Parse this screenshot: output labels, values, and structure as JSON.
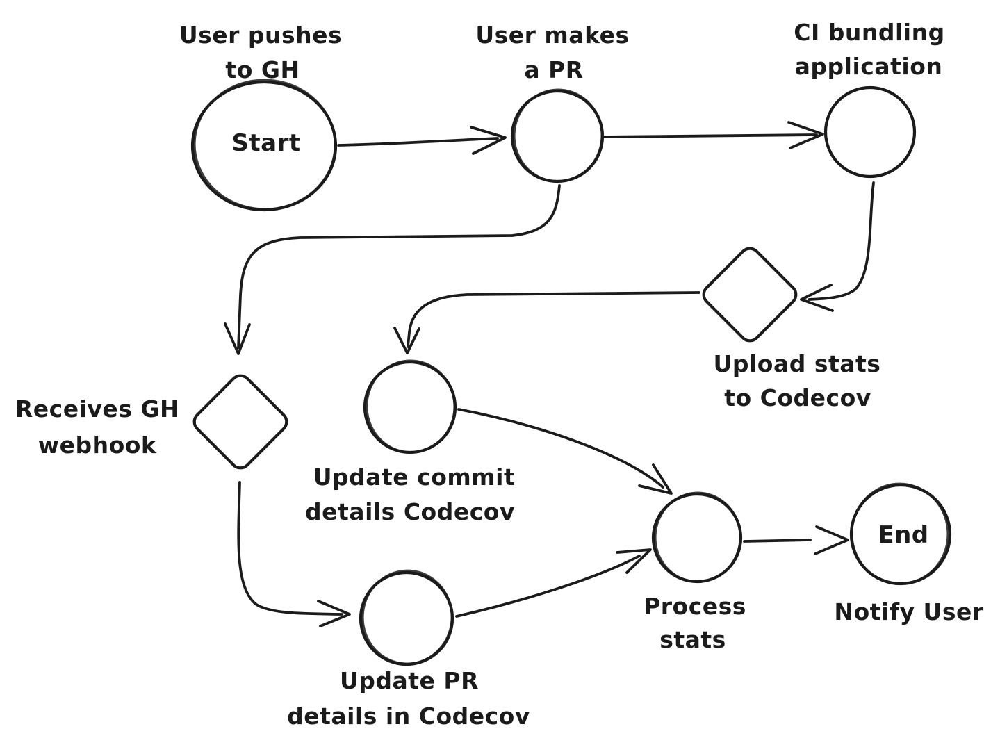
{
  "canvas": {
    "background": "#ffffff",
    "stroke_color": "#1b1b1b",
    "style": "hand-drawn flowchart"
  },
  "nodes": [
    {
      "id": "start",
      "shape": "ellipse",
      "text": "Start",
      "label": [
        "User pushes",
        "to GH"
      ]
    },
    {
      "id": "user-makes-pr",
      "shape": "circle",
      "text": "",
      "label": [
        "User makes",
        "a PR"
      ]
    },
    {
      "id": "ci-bundling",
      "shape": "circle",
      "text": "",
      "label": [
        "CI bundling",
        "application"
      ]
    },
    {
      "id": "upload-stats",
      "shape": "diamond",
      "text": "",
      "label": [
        "Upload stats",
        "to Codecov"
      ]
    },
    {
      "id": "receives-webhook",
      "shape": "diamond",
      "text": "",
      "label": [
        "Receives GH",
        "webhook"
      ]
    },
    {
      "id": "update-commit",
      "shape": "circle",
      "text": "",
      "label": [
        "Update commit",
        "details Codecov"
      ]
    },
    {
      "id": "update-pr",
      "shape": "circle",
      "text": "",
      "label": [
        "Update PR",
        "details in Codecov"
      ]
    },
    {
      "id": "process-stats",
      "shape": "circle",
      "text": "",
      "label": [
        "Process",
        "stats"
      ]
    },
    {
      "id": "end",
      "shape": "circle",
      "text": "End",
      "label": [
        "Notify User"
      ]
    }
  ],
  "edges": [
    {
      "from": "start",
      "to": "user-makes-pr"
    },
    {
      "from": "user-makes-pr",
      "to": "ci-bundling"
    },
    {
      "from": "user-makes-pr",
      "to": "receives-webhook"
    },
    {
      "from": "ci-bundling",
      "to": "upload-stats"
    },
    {
      "from": "upload-stats",
      "to": "update-commit"
    },
    {
      "from": "receives-webhook",
      "to": "update-pr"
    },
    {
      "from": "update-commit",
      "to": "process-stats"
    },
    {
      "from": "update-pr",
      "to": "process-stats"
    },
    {
      "from": "process-stats",
      "to": "end"
    }
  ]
}
